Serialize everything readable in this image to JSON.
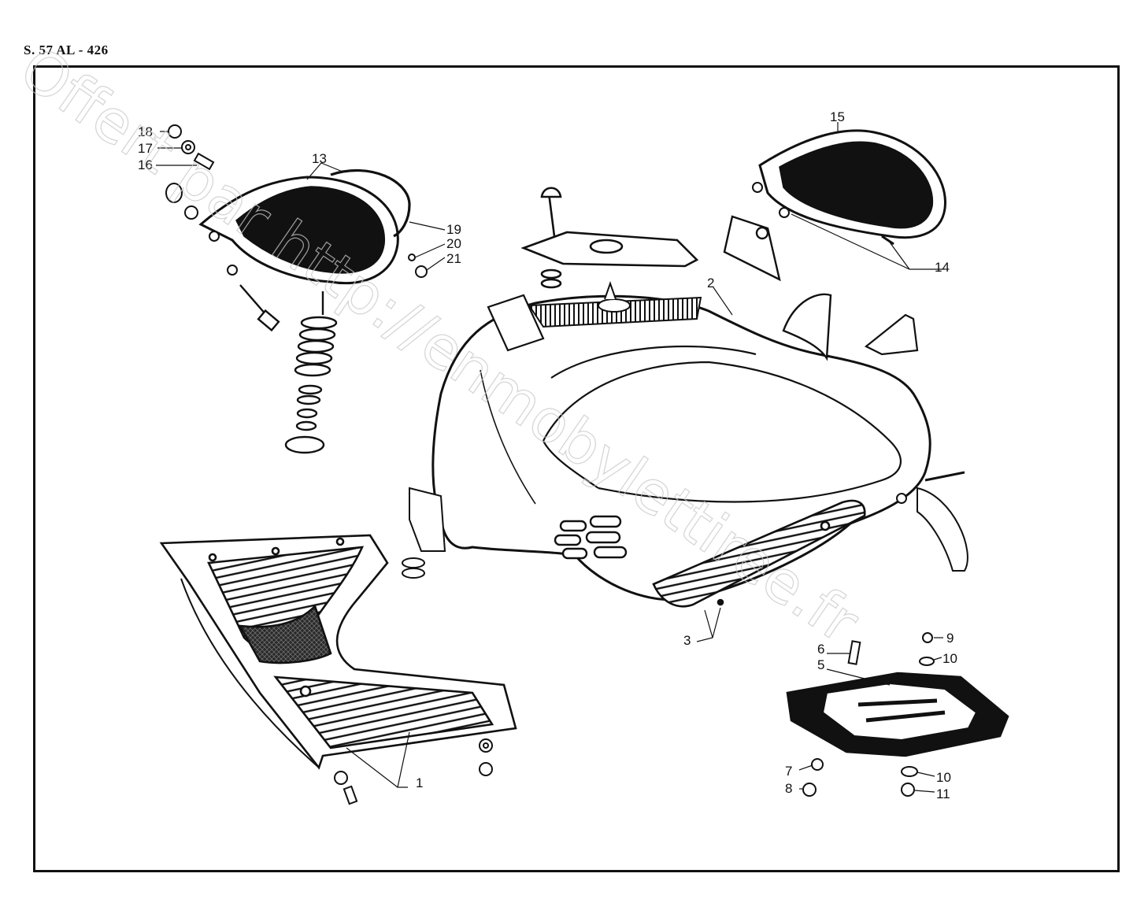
{
  "doc_code": "S. 57 AL - 426",
  "watermark": "Offert par http://enmobylettiree.fr",
  "callouts": [
    {
      "id": "c1",
      "label": "1"
    },
    {
      "id": "c2",
      "label": "2"
    },
    {
      "id": "c3",
      "label": "3"
    },
    {
      "id": "c5",
      "label": "5"
    },
    {
      "id": "c6",
      "label": "6"
    },
    {
      "id": "c7",
      "label": "7"
    },
    {
      "id": "c8",
      "label": "8"
    },
    {
      "id": "c9",
      "label": "9"
    },
    {
      "id": "c10a",
      "label": "10"
    },
    {
      "id": "c10b",
      "label": "10"
    },
    {
      "id": "c11",
      "label": "11"
    },
    {
      "id": "c13",
      "label": "13"
    },
    {
      "id": "c14",
      "label": "14"
    },
    {
      "id": "c15",
      "label": "15"
    },
    {
      "id": "c16",
      "label": "16"
    },
    {
      "id": "c17",
      "label": "17"
    },
    {
      "id": "c18",
      "label": "18"
    },
    {
      "id": "c19",
      "label": "19"
    },
    {
      "id": "c20",
      "label": "20"
    },
    {
      "id": "c21",
      "label": "21"
    }
  ]
}
